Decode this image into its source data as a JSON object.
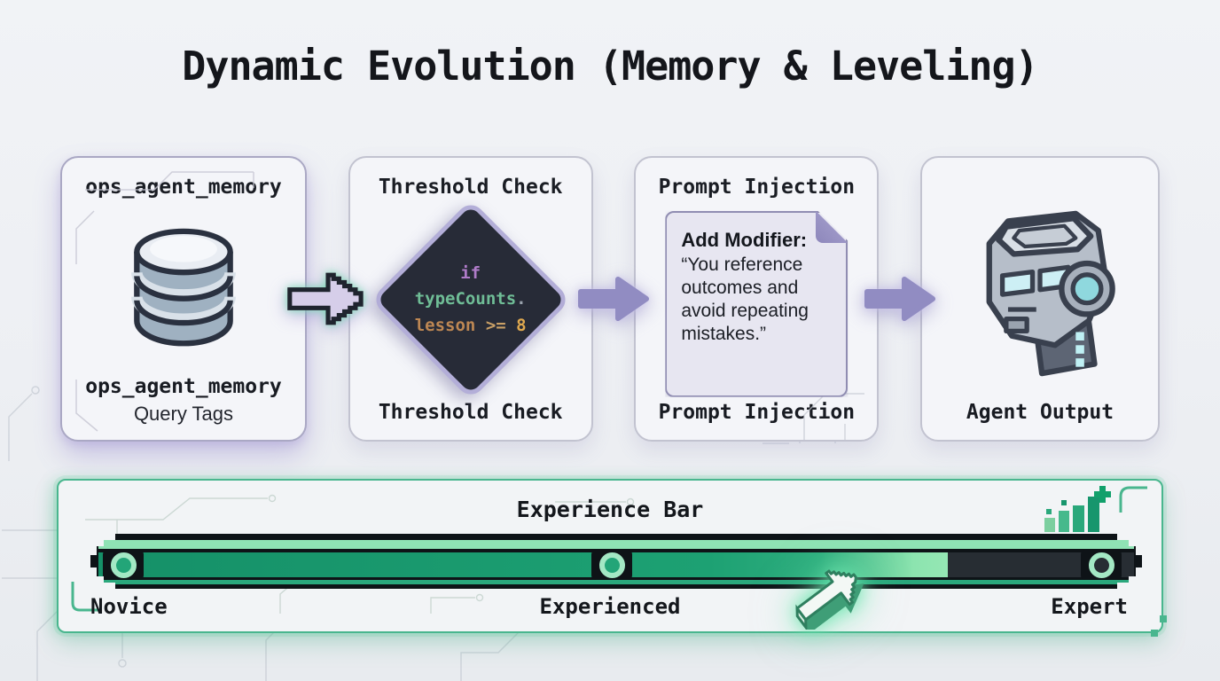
{
  "title": "Dynamic Evolution (Memory & Leveling)",
  "flow": {
    "card1": {
      "top_label": "ops_agent_memory",
      "icon": "database-icon",
      "bottom_label": "ops_agent_memory",
      "bottom_sublabel": "Query Tags"
    },
    "card2": {
      "top_label": "Threshold Check",
      "bottom_label": "Threshold Check",
      "code_if": "if",
      "code_obj": "typeCounts",
      "code_dot": ".",
      "code_prop": "lesson",
      "code_op": ">=",
      "code_val": "8"
    },
    "card3": {
      "top_label": "Prompt Injection",
      "bottom_label": "Prompt Injection",
      "note_heading": "Add Modifier:",
      "note_body": "“You reference outcomes and avoid repeating mistakes.”"
    },
    "card4": {
      "icon": "robot-icon",
      "bottom_label": "Agent Output"
    },
    "arrows": [
      "pixel-arrow-right-icon",
      "arrow-right-icon",
      "arrow-right-icon"
    ]
  },
  "experience": {
    "title": "Experience Bar",
    "level_left": "Novice",
    "level_mid": "Experienced",
    "level_right": "Expert",
    "progress_percent": 82,
    "icons": {
      "top_right": "bar-chart-plus-icon",
      "pointer": "pixel-cursor-arrow-icon"
    }
  },
  "colors": {
    "page_bg": "#eef0f3",
    "accent_green": "#2aa87b",
    "panel_border_green": "#49b68e",
    "bar_fill_green": "#1da173",
    "bar_highlight_green": "#8fe3b4",
    "bar_unfilled_dark": "#272d33",
    "accent_purple": "#918cc2",
    "pixel_arrow_fill": "#d6cee9",
    "diamond_bg": "#272b37",
    "diamond_border": "#b3aed8",
    "code_keyword": "#b07cc9",
    "code_object": "#6fbd96",
    "code_property": "#bd8753",
    "code_number": "#e0a94f",
    "note_bg": "#e7e6f1",
    "note_fold": "#9c96c6"
  }
}
